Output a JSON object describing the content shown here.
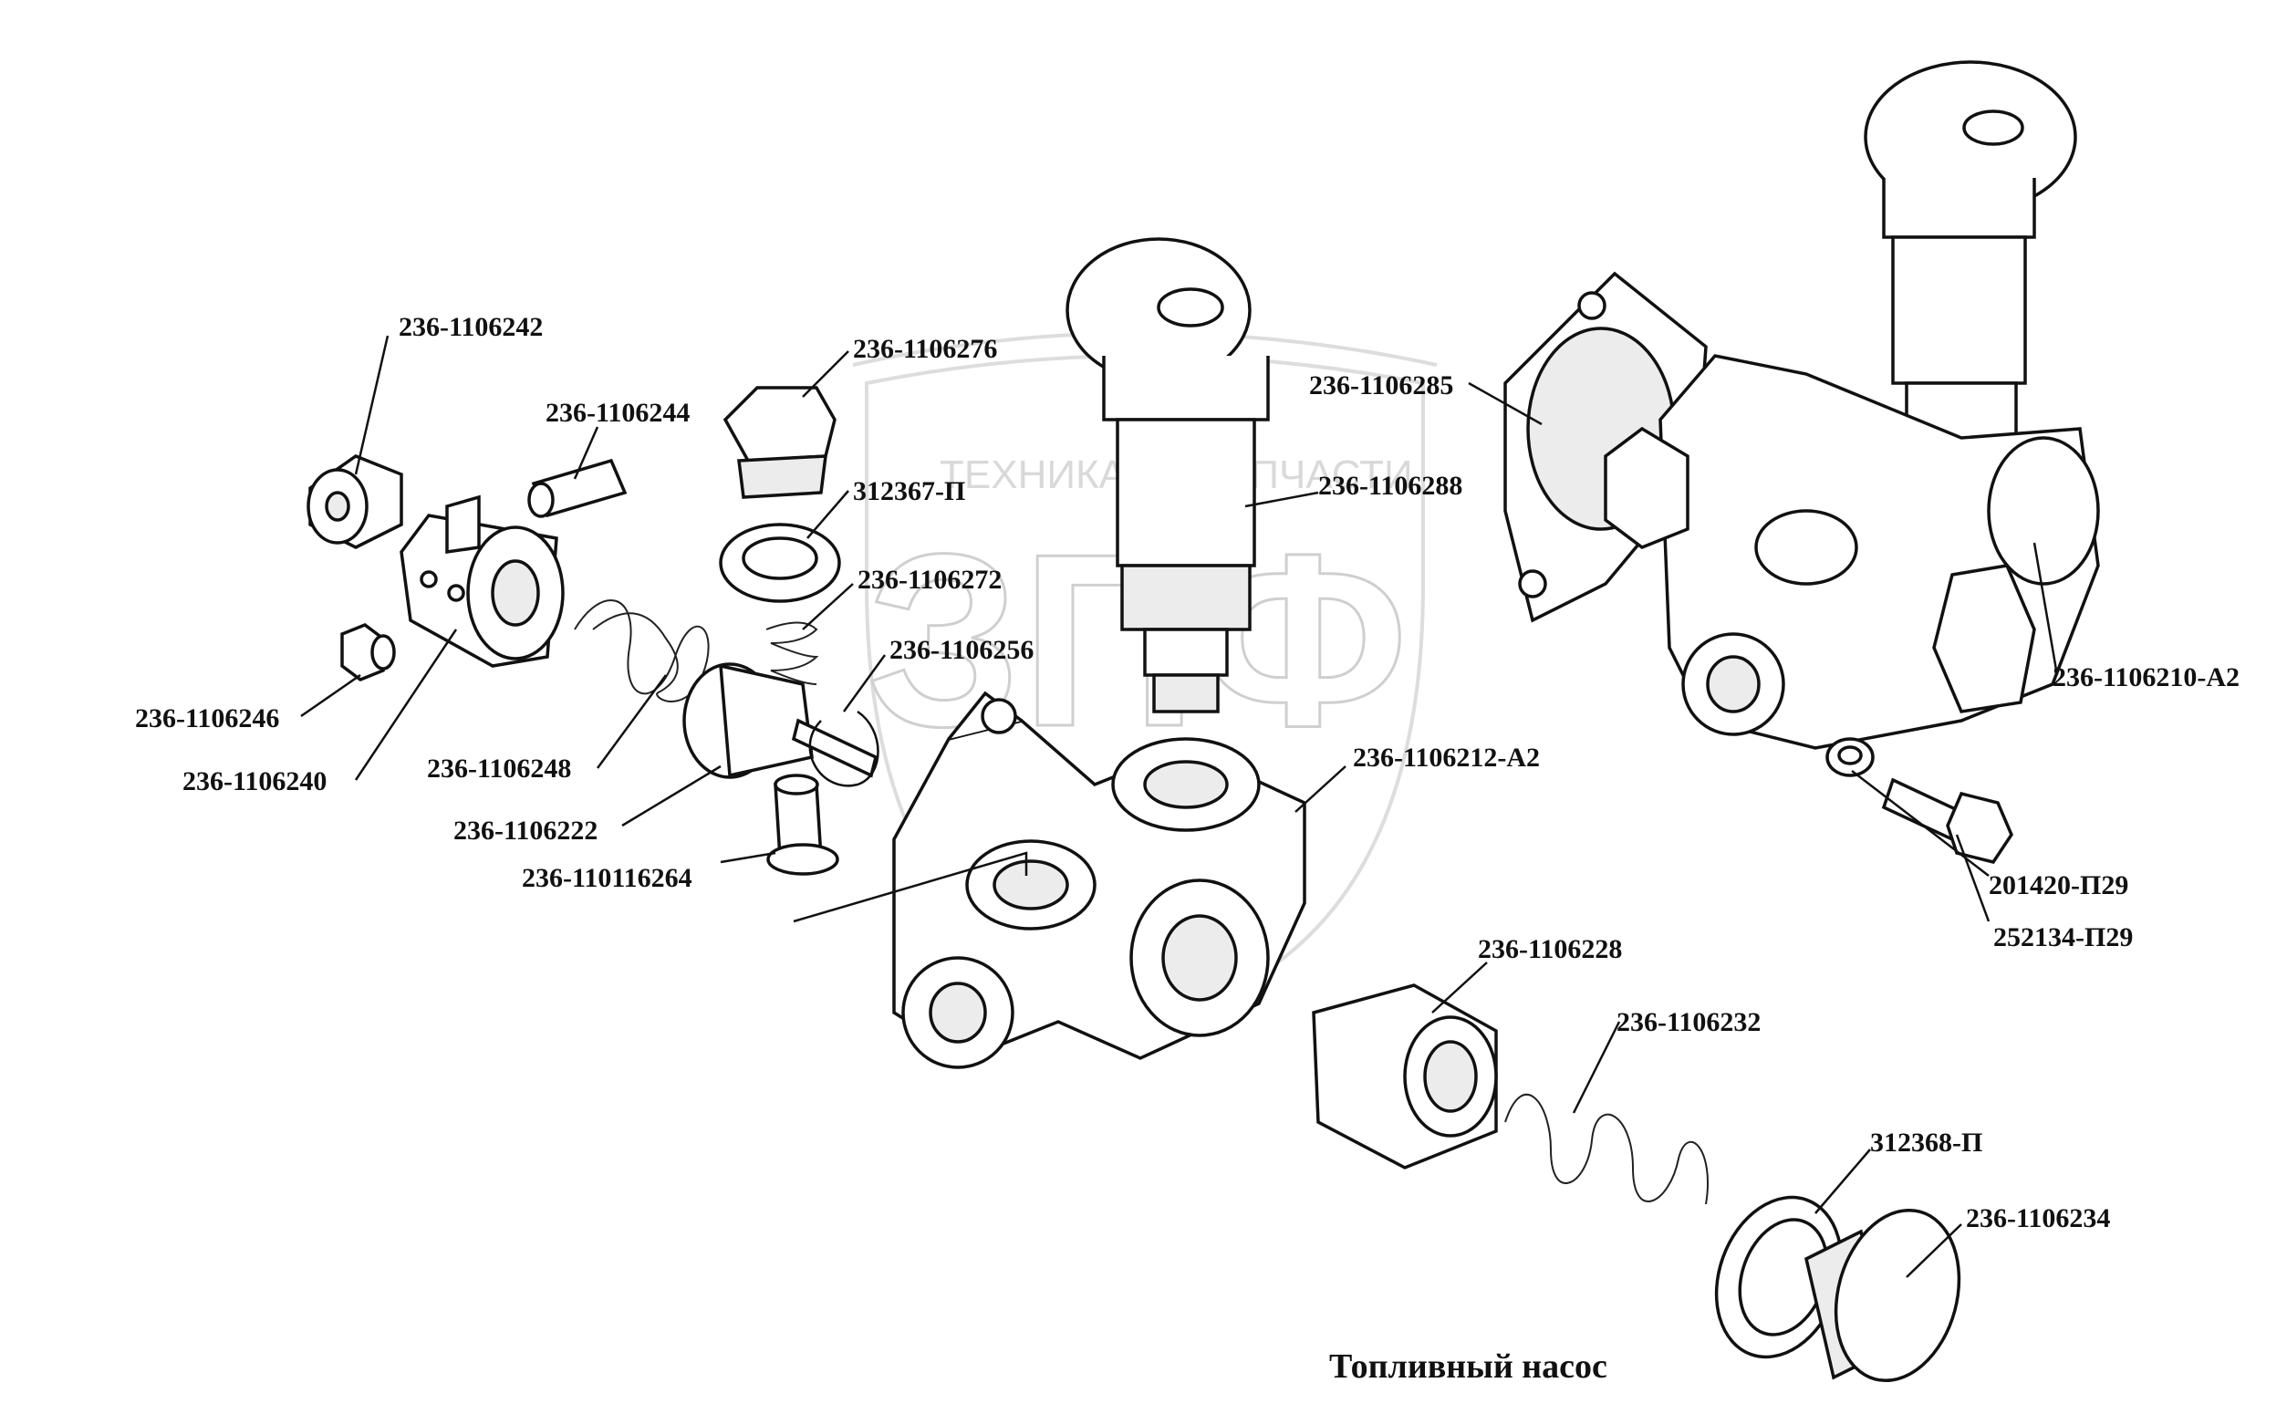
{
  "title": "Топливный насос",
  "watermark": {
    "logo": "ЗПФ",
    "caption_left": "ТЕХНИКА",
    "caption_right": "ЗАПЧАСТИ"
  },
  "labels": {
    "p_242": "236-1106242",
    "p_244": "236-1106244",
    "p_276": "236-1106276",
    "p_312367": "312367-П",
    "p_272": "236-1106272",
    "p_256": "236-1106256",
    "p_246": "236-1106246",
    "p_240": "236-1106240",
    "p_248": "236-1106248",
    "p_222": "236-1106222",
    "p_264": "236-110116264",
    "p_285": "236-1106285",
    "p_288": "236-1106288",
    "p_210": "236-1106210-А2",
    "p_212": "236-1106212-А2",
    "p_201420": "201420-П29",
    "p_252134": "252134-П29",
    "p_228": "236-1106228",
    "p_232": "236-1106232",
    "p_312368": "312368-П",
    "p_234": "236-1106234"
  },
  "colors": {
    "ink": "#111111",
    "paper": "#ffffff",
    "watermark": "#cfcfcf"
  }
}
